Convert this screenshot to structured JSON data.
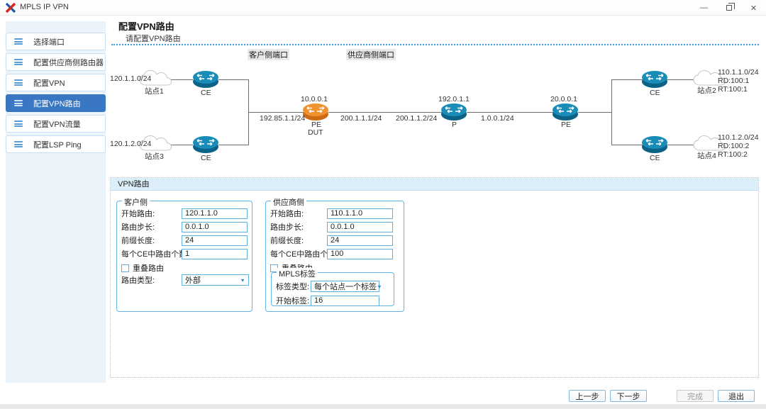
{
  "window": {
    "title": "MPLS IP VPN",
    "icons": {
      "minimize": "—",
      "close": "✕"
    }
  },
  "sidebar": {
    "items": [
      {
        "label": "选择端口",
        "selected": false
      },
      {
        "label": "配置供应商侧路由器",
        "selected": false
      },
      {
        "label": "配置VPN",
        "selected": false
      },
      {
        "label": "配置VPN路由",
        "selected": true
      },
      {
        "label": "配置VPN流量",
        "selected": false
      },
      {
        "label": "配置LSP Ping",
        "selected": false
      }
    ]
  },
  "page": {
    "title": "配置VPN路由",
    "subtitle": "请配置VPN路由"
  },
  "diagram": {
    "port_labels": {
      "customer": "客户侧端口",
      "provider": "供应商侧端口"
    },
    "sites": {
      "site1": {
        "net": "120.1.1.0/24",
        "name": "站点1"
      },
      "site3": {
        "net": "120.1.2.0/24",
        "name": "站点3"
      },
      "site2": {
        "net": "110.1.1.0/24",
        "rd": "RD:100:1",
        "rt": "RT:100:1",
        "name": "站点2"
      },
      "site4": {
        "net": "110.1.2.0/24",
        "rd": "RD:100:2",
        "rt": "RT:100:2",
        "name": "站点4"
      }
    },
    "routers": {
      "ce": "CE",
      "dut": {
        "ip": "10.0.0.1",
        "line1": "PE",
        "line2": "DUT"
      },
      "p": {
        "ip": "192.0.1.1",
        "label": "P"
      },
      "pe": {
        "ip": "20.0.0.1",
        "label": "PE"
      }
    },
    "links": {
      "ce_dut": "192.85.1.1/24",
      "dut_p_a": "200.1.1.1/24",
      "dut_p_b": "200.1.1.2/24",
      "p_pe": "1.0.0.1/24"
    },
    "colors": {
      "router_blue": "#1a8cb8",
      "router_orange": "#ef9330",
      "line": "#6e6e6e"
    }
  },
  "form": {
    "panel_title": "VPN路由",
    "customer": {
      "legend": "客户侧",
      "start_route_label": "开始路由:",
      "start_route_value": "120.1.1.0",
      "step_label": "路由步长:",
      "step_value": "0.0.1.0",
      "prefix_label": "前缀长度:",
      "prefix_value": "24",
      "per_ce_label": "每个CE中路由个数:",
      "per_ce_value": "1",
      "overlap_label": "重叠路由",
      "type_label": "路由类型:",
      "type_value": "外部"
    },
    "provider": {
      "legend": "供应商侧",
      "start_route_label": "开始路由:",
      "start_route_value": "110.1.1.0",
      "step_label": "路由步长:",
      "step_value": "0.0.1.0",
      "prefix_label": "前缀长度:",
      "prefix_value": "24",
      "per_ce_label": "每个CE中路由个数:",
      "per_ce_value": "100",
      "overlap_label": "重叠路由"
    },
    "mpls": {
      "legend": "MPLS标签",
      "label_type_label": "标签类型:",
      "label_type_value": "每个站点一个标签",
      "start_label_label": "开始标签:",
      "start_label_value": "16"
    },
    "dropdown_arrow": "▼"
  },
  "footer": {
    "prev": "上一步",
    "next": "下一步",
    "finish": "完成",
    "exit": "退出"
  }
}
